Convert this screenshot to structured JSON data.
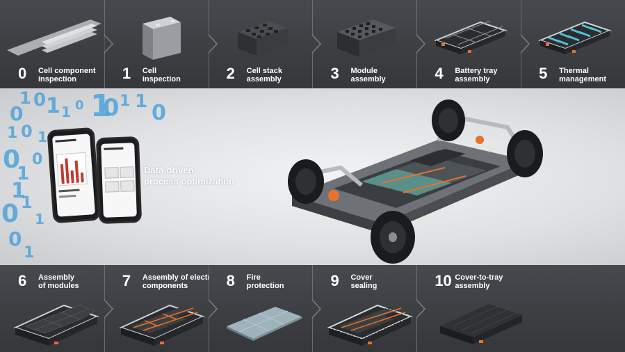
{
  "steps_top": [
    {
      "num": "0",
      "label": "Cell component\ninspection"
    },
    {
      "num": "1",
      "label": "Cell\ninspection"
    },
    {
      "num": "2",
      "label": "Cell stack\nassembly"
    },
    {
      "num": "3",
      "label": "Module\nassembly"
    },
    {
      "num": "4",
      "label": "Battery tray\nassembly"
    },
    {
      "num": "5",
      "label": "Thermal\nmanagement"
    }
  ],
  "steps_bottom": [
    {
      "num": "6",
      "label": "Assembly\nof modules"
    },
    {
      "num": "7",
      "label": "Assembly of electrical\ncomponents"
    },
    {
      "num": "8",
      "label": "Fire\nprotection"
    },
    {
      "num": "9",
      "label": "Cover\nsealing"
    },
    {
      "num": "10",
      "label": "Cover-to-tray\nassembly"
    }
  ],
  "center": {
    "caption": "Data-driven\nprocess optimization",
    "digits": [
      "0",
      "1",
      "0",
      "1",
      "1",
      "0",
      "1",
      "0",
      "1",
      "1",
      "0",
      "1",
      "0",
      "1",
      "0",
      "1",
      "0",
      "1",
      "0",
      "1",
      "1",
      "0",
      "1"
    ]
  },
  "colors": {
    "panel_dark": "#3b3d40",
    "digit_blue": "#4fa3d9",
    "accent_orange": "#e8712c",
    "thermal_cyan": "#4cc3d6"
  }
}
